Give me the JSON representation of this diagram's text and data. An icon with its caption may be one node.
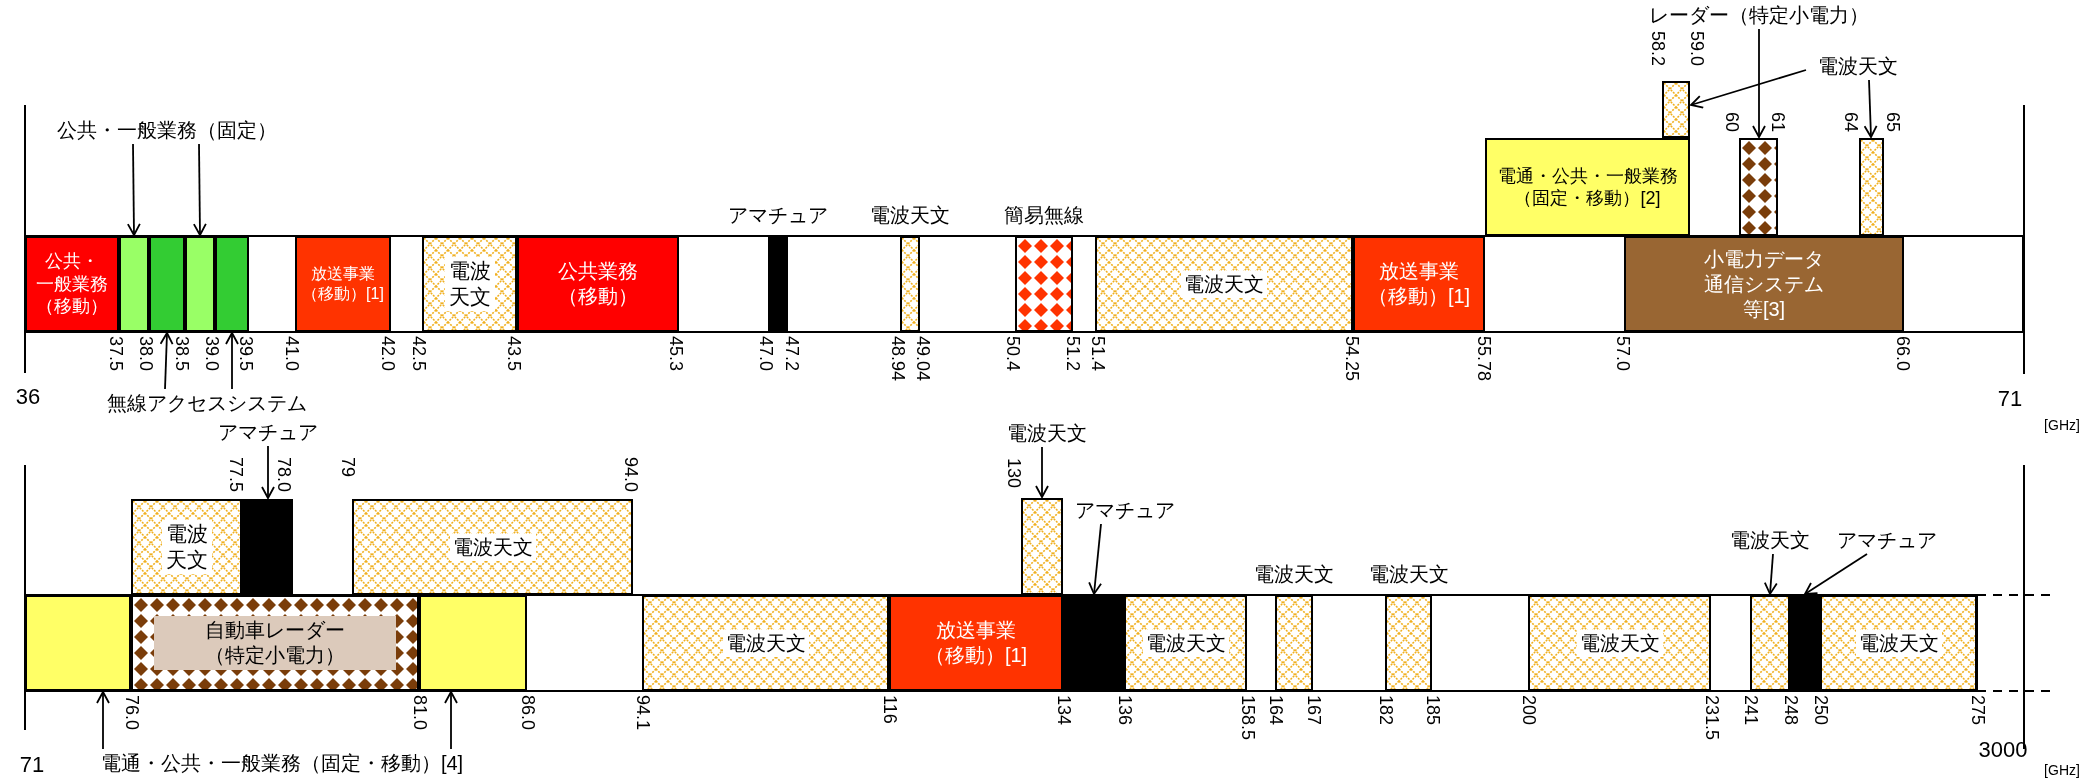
{
  "diagram": {
    "nodes": [
      {
        "text": [
          "公共・一般業務（移動）"
        ]
      },
      {
        "text": [],
        "shape": "box"
      },
      {
        "text": [],
        "shape": "box"
      },
      {
        "text": [],
        "shape": "box"
      },
      {
        "text": [],
        "shape": "box"
      },
      {
        "text": [
          "放送事業（移動）[1]"
        ]
      },
      {
        "text": [
          "電波天文"
        ]
      },
      {
        "text": [
          "公共業務（移動）"
        ]
      },
      {
        "text": [],
        "shape": "box",
        "beside": [
          "アマチュア"
        ]
      },
      {
        "text": [],
        "shape": "box",
        "beside": [
          "電波天文"
        ]
      },
      {
        "text": [],
        "shape": "box",
        "beside": [
          "簡易無線"
        ]
      },
      {
        "text": [
          "電波天文"
        ]
      },
      {
        "text": [
          "放送事業（移動）[1]"
        ]
      },
      {
        "text": [
          "電通・公共・一般業務（固定・移動）[2]"
        ]
      },
      {
        "text": [],
        "shape": "box"
      },
      {
        "text": [
          "小電力データ通信システム等[3]"
        ]
      },
      {
        "text": [],
        "shape": "box"
      },
      {
        "text": [],
        "shape": "box"
      },
      {
        "text": [
          "公共・一般業務（固定）"
        ]
      },
      {
        "text": [
          "無線アクセスシステム"
        ]
      },
      {
        "text": [
          "レーダー（特定小電力）"
        ]
      },
      {
        "text": [
          "電波天文"
        ]
      },
      {
        "text": [],
        "shape": "box"
      },
      {
        "text": [
          "自動車レーダー（特定小電力）"
        ]
      },
      {
        "text": [],
        "shape": "box"
      },
      {
        "text": [
          "電波天文"
        ]
      },
      {
        "text": [],
        "shape": "box"
      },
      {
        "text": [
          "電波天文"
        ]
      },
      {
        "text": [
          "電波天文"
        ]
      },
      {
        "text": [
          "放送事業（移動）[1]"
        ]
      },
      {
        "text": [],
        "shape": "box"
      },
      {
        "text": [],
        "shape": "box"
      },
      {
        "text": [
          "電波天文"
        ]
      },
      {
        "text": [],
        "shape": "box",
        "beside": [
          "電波天文"
        ]
      },
      {
        "text": [],
        "shape": "box",
        "beside": [
          "電波天文"
        ]
      },
      {
        "text": [
          "電波天文"
        ]
      },
      {
        "text": [],
        "shape": "box"
      },
      {
        "text": [],
        "shape": "box"
      },
      {
        "text": [
          "電波天文"
        ]
      },
      {
        "text": [
          "アマチュア"
        ]
      },
      {
        "text": [
          "電通・公共・一般業務（固定・移動）[4]"
        ]
      },
      {
        "text": [
          "電波天文"
        ]
      },
      {
        "text": [
          "アマチュア"
        ]
      },
      {
        "text": [
          "電波天文"
        ]
      },
      {
        "text": [
          "アマチュア"
        ]
      }
    ],
    "edges": [
      {
        "from": 18,
        "to": 1,
        "arrow": "to"
      },
      {
        "from": 18,
        "to": 3,
        "arrow": "to"
      },
      {
        "from": 19,
        "to": 2,
        "arrow": "to"
      },
      {
        "from": 19,
        "to": 4,
        "arrow": "to"
      },
      {
        "from": 20,
        "to": 16,
        "arrow": "to"
      },
      {
        "from": 21,
        "to": 14,
        "arrow": "to"
      },
      {
        "from": 21,
        "to": 17,
        "arrow": "to"
      },
      {
        "from": 39,
        "to": 26,
        "arrow": "to"
      },
      {
        "from": 40,
        "to": 22,
        "arrow": "to"
      },
      {
        "from": 40,
        "to": 24,
        "arrow": "to"
      },
      {
        "from": 41,
        "to": 30,
        "arrow": "to"
      },
      {
        "from": 42,
        "to": 31,
        "arrow": "to"
      },
      {
        "from": 43,
        "to": 36,
        "arrow": "to"
      },
      {
        "from": 44,
        "to": 37,
        "arrow": "to"
      }
    ],
    "labels": [
      "36",
      "37.5",
      "38.0",
      "38.5",
      "39.0",
      "39.5",
      "41.0",
      "42.0",
      "42.5",
      "43.5",
      "45.3",
      "47.0",
      "47.2",
      "48.94",
      "49.04",
      "50.4",
      "51.2",
      "51.4",
      "54.25",
      "55.78",
      "57.0",
      "66.0",
      "58.2",
      "59.0",
      "60",
      "61",
      "64",
      "65",
      "71",
      "[GHz]",
      "77.5",
      "78.0",
      "79",
      "94.0",
      "130",
      "71",
      "76.0",
      "81.0",
      "86.0",
      "94.1",
      "116",
      "134",
      "136",
      "158.5",
      "164",
      "167",
      "182",
      "185",
      "200",
      "231.5",
      "241",
      "248",
      "250",
      "275",
      "3000",
      "[GHz]"
    ]
  }
}
